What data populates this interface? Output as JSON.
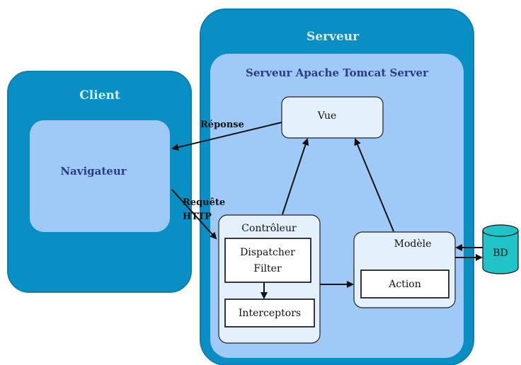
{
  "client": {
    "title": "Client",
    "browser_label": "Navigateur"
  },
  "server": {
    "title": "Serveur",
    "tomcat_title": "Serveur Apache Tomcat Server",
    "view_label": "Vue",
    "controller": {
      "title": "Contrôleur",
      "dispatcher_line1": "Dispatcher",
      "dispatcher_line2": "Filter",
      "interceptors_label": "Interceptors"
    },
    "model": {
      "title": "Modèle",
      "action_label": "Action"
    }
  },
  "database_label": "BD",
  "arrows": {
    "response_label": "Réponse",
    "request_line1": "Requête",
    "request_line2": "HTTP"
  },
  "colors": {
    "outer_blue": "#0a8fc4",
    "inner_blue": "#9fc9f7",
    "box_fill": "#e4f1fd",
    "database_teal": "#1fc3c8"
  }
}
